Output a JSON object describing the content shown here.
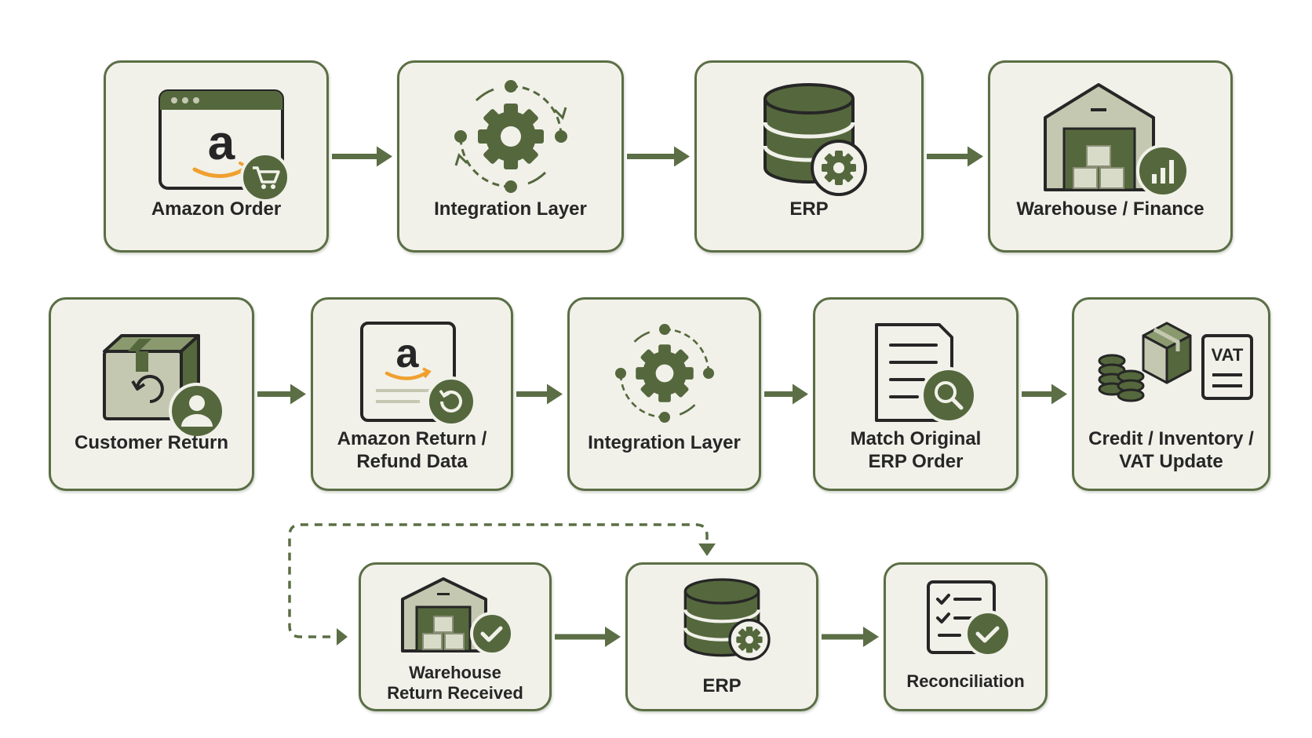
{
  "colors": {
    "border": "#5b6e45",
    "fill": "#f1f1ea",
    "icon_dark": "#55683d",
    "icon_light": "#c4c8b1",
    "amazon_orange": "#f0a030",
    "text": "#262626"
  },
  "rows": [
    {
      "nodes": [
        {
          "id": "amazon-order",
          "icon": "amazon-browser-cart-icon",
          "lines": [
            "Amazon Order"
          ]
        },
        {
          "id": "integration-layer-1",
          "icon": "integration-gear-icon",
          "lines": [
            "Integration Layer"
          ]
        },
        {
          "id": "erp-1",
          "icon": "database-gear-icon",
          "lines": [
            "ERP"
          ]
        },
        {
          "id": "warehouse-finance",
          "icon": "warehouse-chart-icon",
          "lines": [
            "Warehouse / Finance"
          ]
        }
      ]
    },
    {
      "nodes": [
        {
          "id": "customer-return",
          "icon": "return-box-user-icon",
          "lines": [
            "Customer Return"
          ]
        },
        {
          "id": "amazon-return-refund",
          "icon": "amazon-document-refund-icon",
          "lines": [
            "Amazon Return /",
            "Refund Data"
          ]
        },
        {
          "id": "integration-layer-2",
          "icon": "integration-gear-icon",
          "lines": [
            "Integration Layer"
          ]
        },
        {
          "id": "match-original-erp",
          "icon": "document-search-icon",
          "lines": [
            "Match Original",
            "ERP Order"
          ]
        },
        {
          "id": "credit-inventory-vat",
          "icon": "coins-box-vat-icon",
          "lines": [
            "Credit / Inventory /",
            "VAT Update"
          ],
          "badge": "VAT"
        }
      ]
    },
    {
      "nodes": [
        {
          "id": "warehouse-return-received",
          "icon": "warehouse-check-icon",
          "lines": [
            "Warehouse",
            "Return Received"
          ]
        },
        {
          "id": "erp-2",
          "icon": "database-gear-icon",
          "lines": [
            "ERP"
          ]
        },
        {
          "id": "reconciliation",
          "icon": "checklist-check-icon",
          "lines": [
            "Reconciliation"
          ]
        }
      ]
    }
  ],
  "connectors": [
    {
      "from": "amazon-order",
      "to": "integration-layer-1",
      "style": "solid"
    },
    {
      "from": "integration-layer-1",
      "to": "erp-1",
      "style": "solid"
    },
    {
      "from": "erp-1",
      "to": "warehouse-finance",
      "style": "solid"
    },
    {
      "from": "customer-return",
      "to": "amazon-return-refund",
      "style": "solid"
    },
    {
      "from": "amazon-return-refund",
      "to": "integration-layer-2",
      "style": "solid"
    },
    {
      "from": "integration-layer-2",
      "to": "match-original-erp",
      "style": "solid"
    },
    {
      "from": "match-original-erp",
      "to": "credit-inventory-vat",
      "style": "solid"
    },
    {
      "from": "warehouse-return-received",
      "to": "erp-2",
      "style": "solid"
    },
    {
      "from": "erp-2",
      "to": "reconciliation",
      "style": "solid"
    },
    {
      "from": "warehouse-return-received",
      "to": "erp-2",
      "style": "dashed-loop"
    }
  ]
}
